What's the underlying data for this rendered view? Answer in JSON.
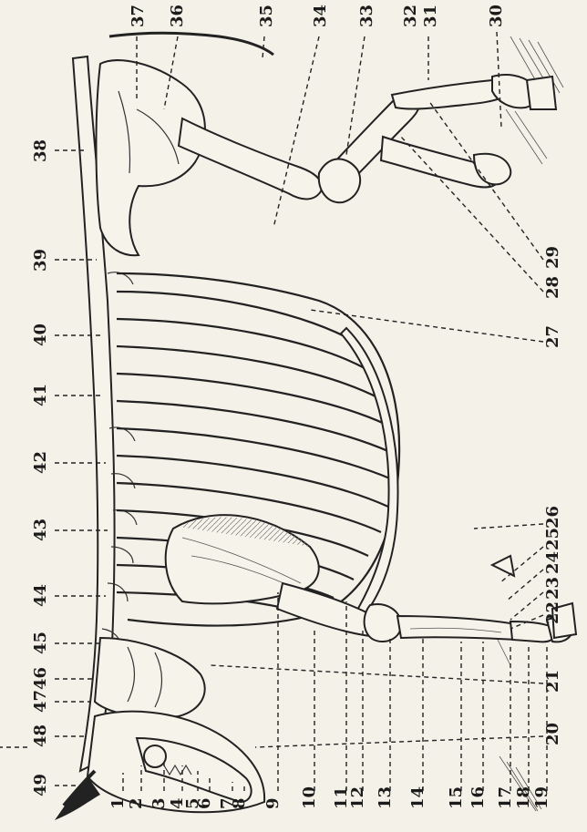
{
  "figure": {
    "bottom_labels": [
      "1",
      "2",
      "3",
      "4",
      "5",
      "6",
      "7",
      "8",
      "9",
      "10",
      "11",
      "12",
      "13",
      "14",
      "15",
      "16",
      "17",
      "18",
      "19"
    ],
    "right_labels": [
      "20",
      "21",
      "22",
      "23",
      "24",
      "25",
      "26",
      "27",
      "28",
      "29",
      "30",
      "31",
      "32",
      "33",
      "34",
      "35",
      "36",
      "37"
    ],
    "left_labels": [
      "38",
      "39",
      "40",
      "41",
      "42",
      "43",
      "44",
      "45",
      "46",
      "47",
      "48",
      "49"
    ]
  }
}
